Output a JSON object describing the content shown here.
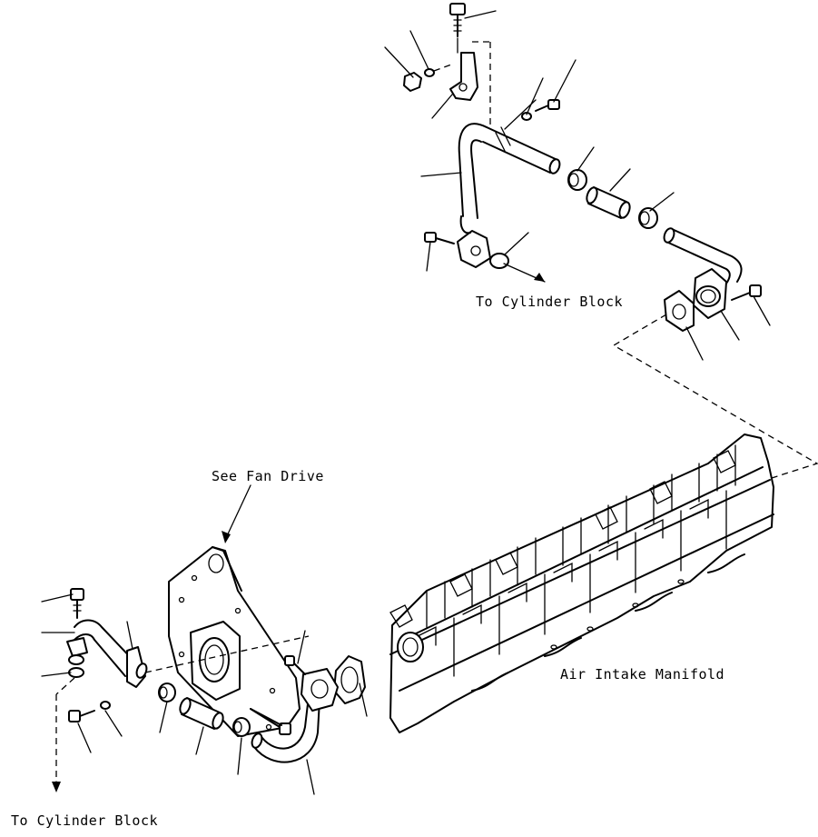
{
  "labels": {
    "to_cylinder_block_top": "To Cylinder Block",
    "see_fan_drive": "See Fan Drive",
    "air_intake_manifold": "Air Intake Manifold",
    "to_cylinder_block_bottom": "To Cylinder Block"
  }
}
